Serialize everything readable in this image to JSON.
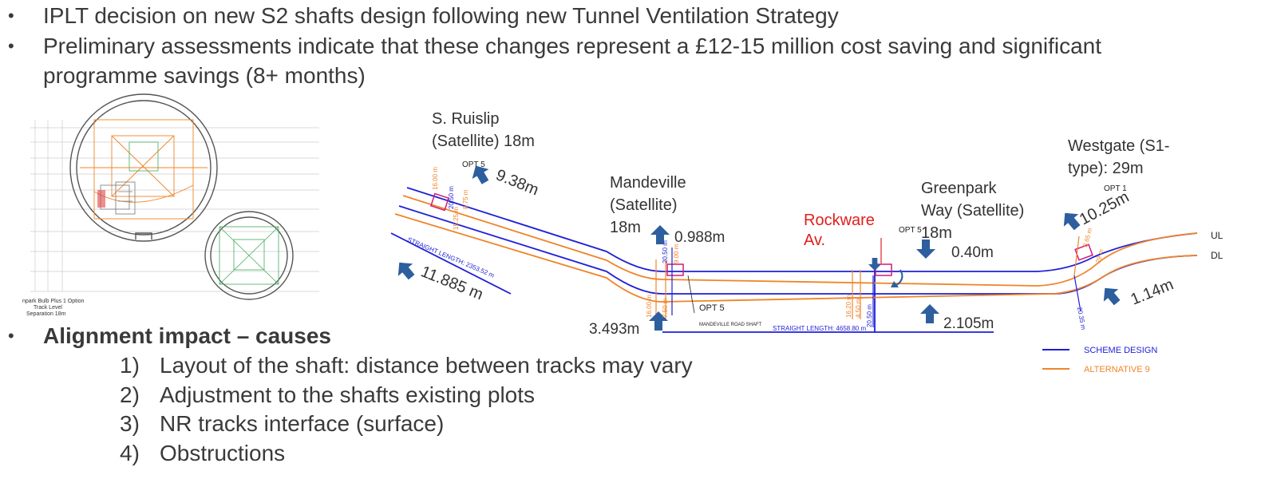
{
  "bullets": [
    "IPLT decision on new S2 shafts design following new Tunnel Ventilation Strategy",
    "Preliminary assessments indicate that these changes represent a £12-15 million cost saving and significant",
    "programme savings (8+ months)"
  ],
  "alignment": {
    "heading": "Alignment impact – causes",
    "causes": [
      {
        "num": "1)",
        "text": "Layout of the shaft: distance between tracks may vary"
      },
      {
        "num": "2)",
        "text": "Adjustment to the shafts existing plots"
      },
      {
        "num": "3)",
        "text": "NR tracks interface (surface)"
      },
      {
        "num": "4)",
        "text": "Obstructions"
      }
    ]
  },
  "drawing": {
    "labels": [
      "npark Bulb Plus 1 Option",
      "Track Level",
      "Separation 18m"
    ]
  },
  "stations": {
    "s_ruislip": [
      "S. Ruislip",
      "(Satellite) 18m"
    ],
    "mandeville": [
      "Mandeville",
      "(Satellite)",
      "18m"
    ],
    "rockware": [
      "Rockware",
      "Av."
    ],
    "greenpark": [
      "Greenpark",
      "Way (Satellite)",
      "18m"
    ],
    "westgate": [
      "Westgate (S1-",
      "type): 29m"
    ]
  },
  "offsets": {
    "s_ruislip_up": "9.38m",
    "s_ruislip_down": "11.885 m",
    "mandeville_up": "0.988m",
    "mandeville_down": "3.493m",
    "greenpark_down": "0.40m",
    "greenpark_up": "2.105m",
    "westgate_up": "10.25m",
    "westgate_down": "1.14m"
  },
  "opt_labels": {
    "opt5_a": "OPT 5",
    "opt5_b": "OPT 5",
    "opt5_c": "OPT 5",
    "opt1": "OPT 1",
    "mandeville_shaft": "MANDEVILLE ROAD SHAFT",
    "straight1": "STRAIGHT LENGTH: 2353.52 m",
    "straight2": "STRAIGHT LENGTH: 4658.80 m"
  },
  "dims": {
    "d1": "16.00 m",
    "d2": "20.50 m",
    "d3": "8.75 m",
    "d4": "15.25 m",
    "d5": "20.50 m",
    "d6": "9.00 m",
    "d7": "16.00 m",
    "d8": "7.50 m",
    "d9": "16.20 m",
    "d10": "4.50 m",
    "d11": "20.50 m",
    "d12": "8.65 m",
    "d13": "29 m",
    "d14": "20.35 m"
  },
  "track_labels": {
    "ul": "UL",
    "dl": "DL"
  },
  "legend": [
    {
      "label": "SCHEME DESIGN",
      "color": "#1f1fd6"
    },
    {
      "label": "ALTERNATIVE 9",
      "color": "#f0842a"
    }
  ],
  "colors": {
    "scheme": "#1f1fd6",
    "alternative": "#f0842a",
    "arrow": "#2d5f9e",
    "accent_red": "#e0201c"
  }
}
